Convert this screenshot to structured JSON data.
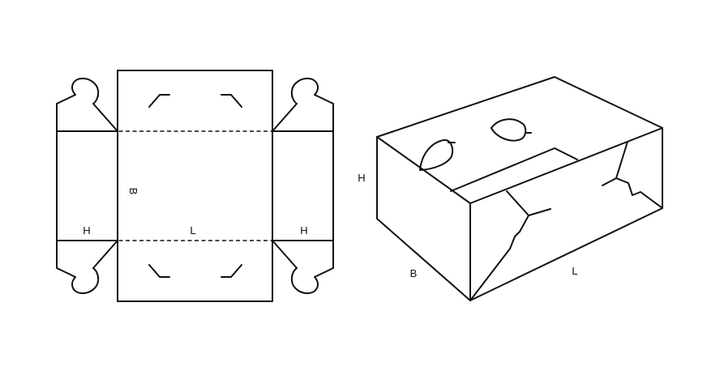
{
  "flat_net": {
    "label_h_left": "H",
    "label_l": "L",
    "label_h_right": "H",
    "label_b": "B"
  },
  "assembled_box": {
    "label_h": "H",
    "label_b": "B",
    "label_l": "L"
  },
  "colors": {
    "line": "#111111",
    "background": "#ffffff"
  }
}
